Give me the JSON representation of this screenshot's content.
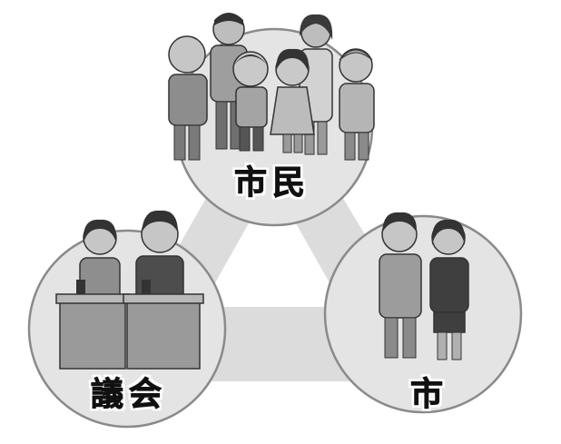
{
  "diagram": {
    "nodes": {
      "citizens": {
        "label": "市民",
        "icon": "family-group-icon"
      },
      "assembly": {
        "label": "議会",
        "icon": "council-members-icon"
      },
      "city": {
        "label": "市",
        "icon": "city-officials-icon"
      }
    },
    "colors": {
      "triangle": "#dcdcdc",
      "circle_fill": "#e4e4e4",
      "circle_stroke": "#8a8a8a"
    }
  }
}
